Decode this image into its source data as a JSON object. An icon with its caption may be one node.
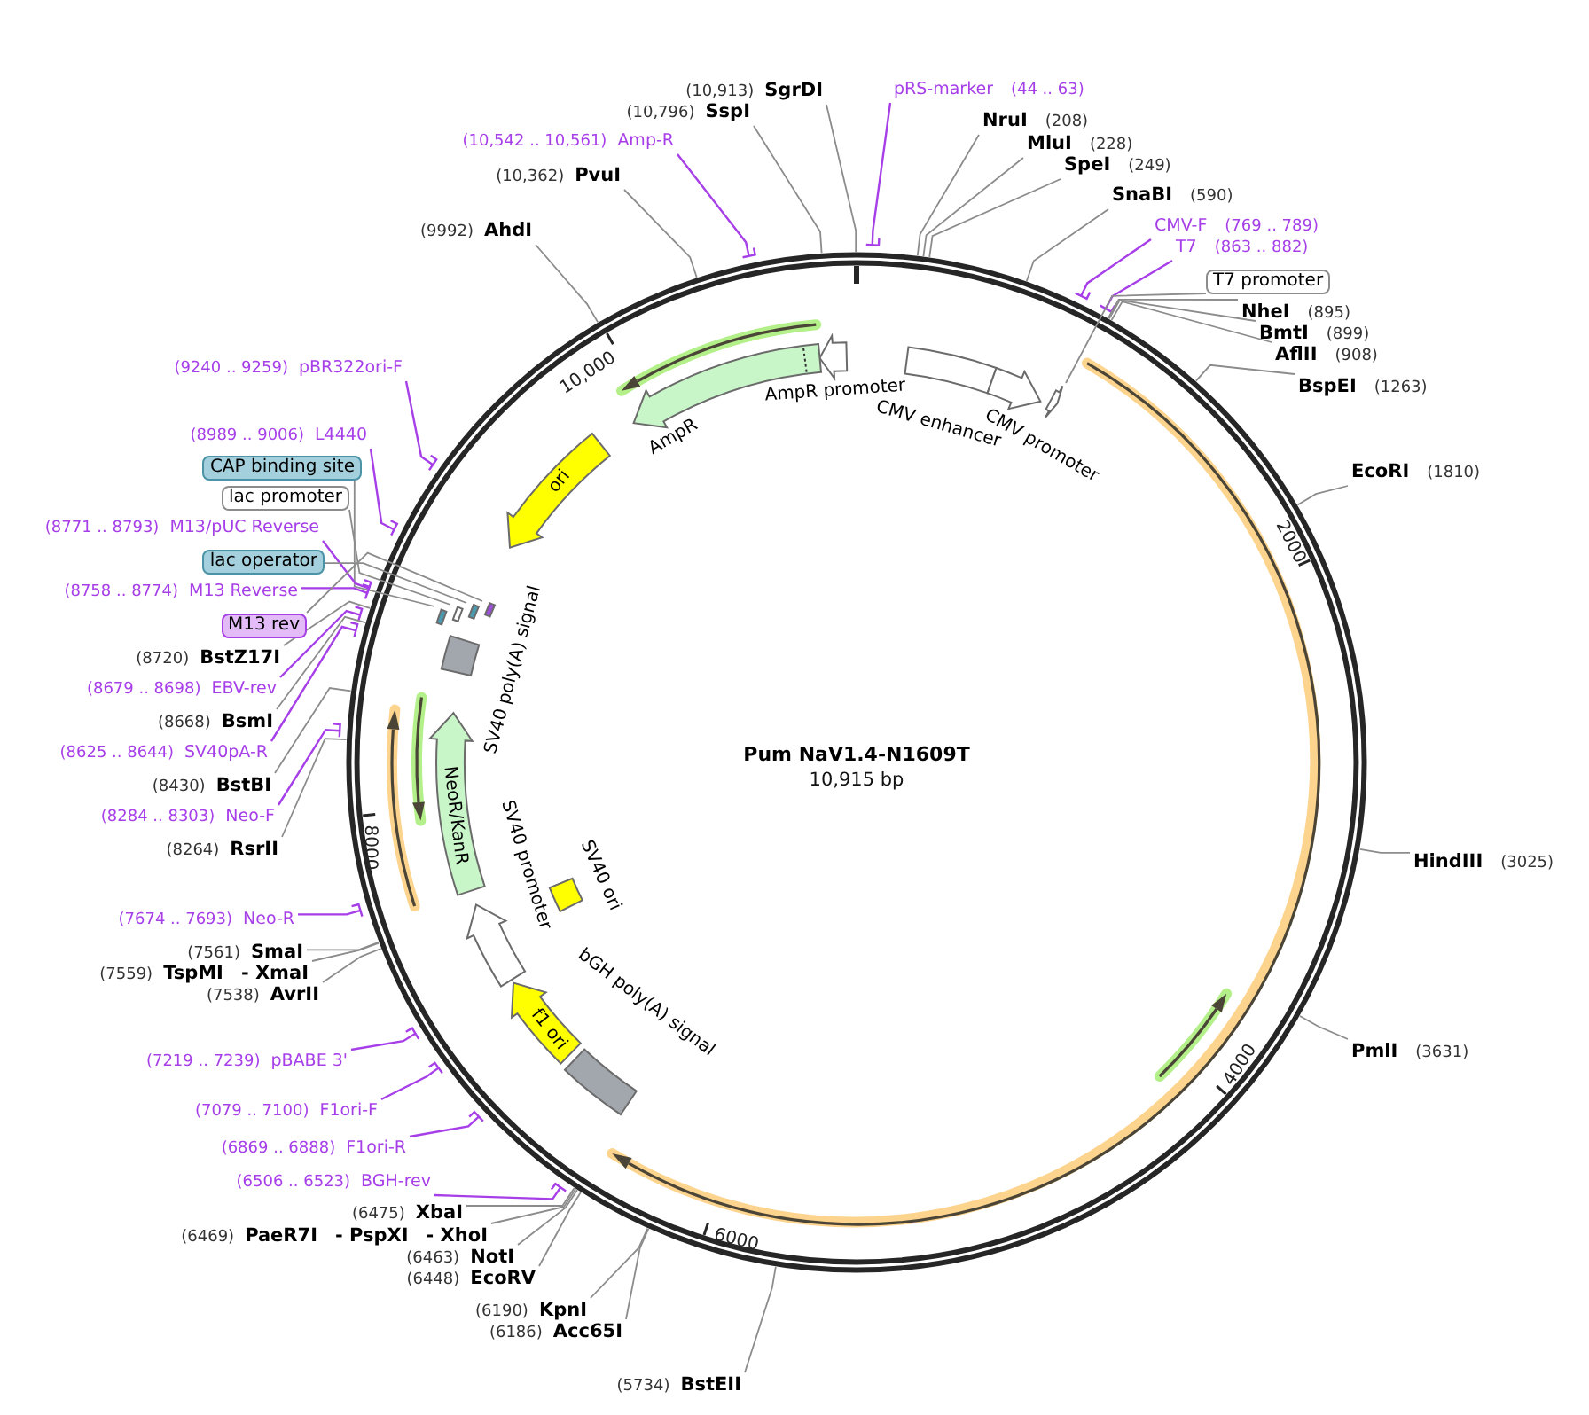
{
  "diagram": {
    "title": "Pum NaV1.4-N1609T",
    "nodes": [
      {
        "text": [
          "(10,913)",
          "SgrDI"
        ]
      },
      {
        "text": [
          "pRS-marker",
          "(44 .. 63)"
        ]
      },
      {
        "text": [
          "(10,796)",
          "SspI"
        ]
      },
      {
        "text": [
          "NruI",
          "(208)"
        ]
      },
      {
        "text": [
          "(10,542 .. 10,561)",
          "Amp-R"
        ]
      },
      {
        "text": [
          "MluI",
          "(228)"
        ]
      },
      {
        "text": [
          "SpeI",
          "(249)"
        ]
      },
      {
        "text": [
          "(10,362)",
          "PvuI"
        ]
      },
      {
        "text": [
          "SnaBI",
          "(590)"
        ]
      },
      {
        "text": [
          "CMV-F",
          "(769 .. 789)"
        ]
      },
      {
        "text": [
          "(9992)",
          "AhdI"
        ]
      },
      {
        "text": [
          "T7",
          "(863 .. 882)"
        ]
      },
      {
        "text": [
          "T7 promoter"
        ]
      },
      {
        "text": [
          "NheI",
          "(895)"
        ]
      },
      {
        "text": [
          "BmtI",
          "(899)"
        ]
      },
      {
        "text": [
          "AflII",
          "(908)"
        ]
      },
      {
        "text": [
          "(9240 .. 9259)",
          "pBR322ori-F"
        ]
      },
      {
        "text": [
          "BspEI",
          "(1263)"
        ]
      },
      {
        "text": [
          "(8989 .. 9006)",
          "L4440"
        ]
      },
      {
        "text": [
          "CAP binding site"
        ]
      },
      {
        "text": [
          "EcoRI",
          "(1810)"
        ]
      },
      {
        "text": [
          "lac promoter"
        ]
      },
      {
        "text": [
          "(8771 .. 8793)",
          "M13/pUC Reverse"
        ]
      },
      {
        "text": [
          "lac operator"
        ]
      },
      {
        "text": [
          "(8758 .. 8774)",
          "M13 Reverse"
        ]
      },
      {
        "text": [
          "M13 rev"
        ]
      },
      {
        "text": [
          "(8720)",
          "BstZ17I"
        ]
      },
      {
        "text": [
          "(8679 .. 8698)",
          "EBV-rev"
        ]
      },
      {
        "text": [
          "(8668)",
          "BsmI"
        ]
      },
      {
        "text": [
          "(8625 .. 8644)",
          "SV40pA-R"
        ]
      },
      {
        "text": [
          "(8430)",
          "BstBI"
        ]
      },
      {
        "text": [
          "(8284 .. 8303)",
          "Neo-F"
        ]
      },
      {
        "text": [
          "(8264)",
          "RsrII"
        ]
      },
      {
        "text": [
          "HindIII",
          "(3025)"
        ]
      },
      {
        "text": [
          "(7674 .. 7693)",
          "Neo-R"
        ]
      },
      {
        "text": [
          "(7561)",
          "SmaI"
        ]
      },
      {
        "text": [
          "(7559)",
          "TspMI",
          "- XmaI"
        ]
      },
      {
        "text": [
          "(7538)",
          "AvrII"
        ]
      },
      {
        "text": [
          "PmlI",
          "(3631)"
        ]
      },
      {
        "text": [
          "(7219 .. 7239)",
          "pBABE 3'"
        ]
      },
      {
        "text": [
          "(7079 .. 7100)",
          "F1ori-F"
        ]
      },
      {
        "text": [
          "(6869 .. 6888)",
          "F1ori-R"
        ]
      },
      {
        "text": [
          "(6506 .. 6523)",
          "BGH-rev"
        ]
      },
      {
        "text": [
          "(6475)",
          "XbaI"
        ]
      },
      {
        "text": [
          "(6469)",
          "PaeR7I",
          "- PspXI",
          "- XhoI"
        ]
      },
      {
        "text": [
          "(6463)",
          "NotI"
        ]
      },
      {
        "text": [
          "(6448)",
          "EcoRV"
        ]
      },
      {
        "text": [
          "(6190)",
          "KpnI"
        ]
      },
      {
        "text": [
          "(6186)",
          "Acc65I"
        ]
      },
      {
        "text": [
          "(5734)",
          "BstEII"
        ]
      },
      {
        "text": [],
        "shape": "arrow",
        "beside": [
          "AmpR promoter"
        ]
      },
      {
        "text": [],
        "shape": "arrow",
        "beside": [
          "AmpR"
        ]
      },
      {
        "text": [],
        "shape": "box",
        "beside": [
          "CMV enhancer"
        ]
      },
      {
        "text": [],
        "shape": "arrow",
        "beside": [
          "CMV promoter"
        ]
      },
      {
        "text": [
          "ori"
        ]
      },
      {
        "text": [],
        "shape": "box",
        "beside": [
          "SV40 poly(A) signal"
        ]
      },
      {
        "text": [
          "NeoR/KanR"
        ]
      },
      {
        "text": [],
        "shape": "arrow",
        "beside": [
          "SV40 promoter"
        ]
      },
      {
        "text": [],
        "shape": "box",
        "beside": [
          "SV40 ori"
        ]
      },
      {
        "text": [
          "f1 ori"
        ]
      },
      {
        "text": [],
        "shape": "box",
        "beside": [
          "bGH poly(A) signal"
        ]
      },
      {
        "text": [],
        "shape": "arrow"
      },
      {
        "text": [],
        "shape": "bar"
      },
      {
        "text": [],
        "shape": "bar"
      },
      {
        "text": [],
        "shape": "bar"
      },
      {
        "text": [],
        "shape": "bar"
      }
    ],
    "edges": [
      {
        "from": 0,
        "to": null,
        "arrow": "none"
      },
      {
        "from": 1,
        "to": null,
        "arrow": "none",
        "color": "#a73fe9"
      },
      {
        "from": 2,
        "to": null,
        "arrow": "none"
      },
      {
        "from": 3,
        "to": null,
        "arrow": "none"
      },
      {
        "from": 4,
        "to": null,
        "arrow": "none",
        "color": "#a73fe9"
      },
      {
        "from": 5,
        "to": null,
        "arrow": "none"
      },
      {
        "from": 6,
        "to": null,
        "arrow": "none"
      },
      {
        "from": 7,
        "to": null,
        "arrow": "none"
      },
      {
        "from": 8,
        "to": null,
        "arrow": "none"
      },
      {
        "from": 9,
        "to": null,
        "arrow": "none",
        "color": "#a73fe9"
      },
      {
        "from": 10,
        "to": null,
        "arrow": "none"
      },
      {
        "from": 11,
        "to": null,
        "arrow": "none",
        "color": "#a73fe9"
      },
      {
        "from": 12,
        "to": 61,
        "arrow": "none"
      },
      {
        "from": 13,
        "to": null,
        "arrow": "none"
      },
      {
        "from": 14,
        "to": null,
        "arrow": "none"
      },
      {
        "from": 15,
        "to": null,
        "arrow": "none"
      },
      {
        "from": 16,
        "to": null,
        "arrow": "none",
        "color": "#a73fe9"
      },
      {
        "from": 17,
        "to": null,
        "arrow": "none"
      },
      {
        "from": 18,
        "to": null,
        "arrow": "none",
        "color": "#a73fe9"
      },
      {
        "from": 19,
        "to": 62,
        "arrow": "none"
      },
      {
        "from": 20,
        "to": null,
        "arrow": "none"
      },
      {
        "from": 21,
        "to": 63,
        "arrow": "none"
      },
      {
        "from": 22,
        "to": null,
        "arrow": "none",
        "color": "#a73fe9"
      },
      {
        "from": 23,
        "to": 64,
        "arrow": "none"
      },
      {
        "from": 24,
        "to": null,
        "arrow": "none",
        "color": "#a73fe9"
      },
      {
        "from": 25,
        "to": 65,
        "arrow": "none"
      },
      {
        "from": 26,
        "to": null,
        "arrow": "none"
      },
      {
        "from": 27,
        "to": null,
        "arrow": "none",
        "color": "#a73fe9"
      },
      {
        "from": 28,
        "to": null,
        "arrow": "none"
      },
      {
        "from": 29,
        "to": null,
        "arrow": "none",
        "color": "#a73fe9"
      },
      {
        "from": 30,
        "to": null,
        "arrow": "none"
      },
      {
        "from": 31,
        "to": null,
        "arrow": "none",
        "color": "#a73fe9"
      },
      {
        "from": 32,
        "to": null,
        "arrow": "none"
      },
      {
        "from": 33,
        "to": null,
        "arrow": "none"
      },
      {
        "from": 34,
        "to": null,
        "arrow": "none",
        "color": "#a73fe9"
      },
      {
        "from": 35,
        "to": null,
        "arrow": "none"
      },
      {
        "from": 36,
        "to": null,
        "arrow": "none"
      },
      {
        "from": 37,
        "to": null,
        "arrow": "none"
      },
      {
        "from": 38,
        "to": null,
        "arrow": "none"
      },
      {
        "from": 39,
        "to": null,
        "arrow": "none",
        "color": "#a73fe9"
      },
      {
        "from": 40,
        "to": null,
        "arrow": "none",
        "color": "#a73fe9"
      },
      {
        "from": 41,
        "to": null,
        "arrow": "none",
        "color": "#a73fe9"
      },
      {
        "from": 42,
        "to": null,
        "arrow": "none",
        "color": "#a73fe9"
      },
      {
        "from": 43,
        "to": null,
        "arrow": "none"
      },
      {
        "from": 44,
        "to": null,
        "arrow": "none"
      },
      {
        "from": 45,
        "to": null,
        "arrow": "none"
      },
      {
        "from": 46,
        "to": null,
        "arrow": "none"
      },
      {
        "from": 47,
        "to": null,
        "arrow": "none"
      },
      {
        "from": 48,
        "to": null,
        "arrow": "none"
      },
      {
        "from": 49,
        "to": null,
        "arrow": "none"
      }
    ],
    "labels": [
      "10,000",
      "2000",
      "10,915 bp",
      "8000",
      "4000",
      "6000"
    ]
  }
}
